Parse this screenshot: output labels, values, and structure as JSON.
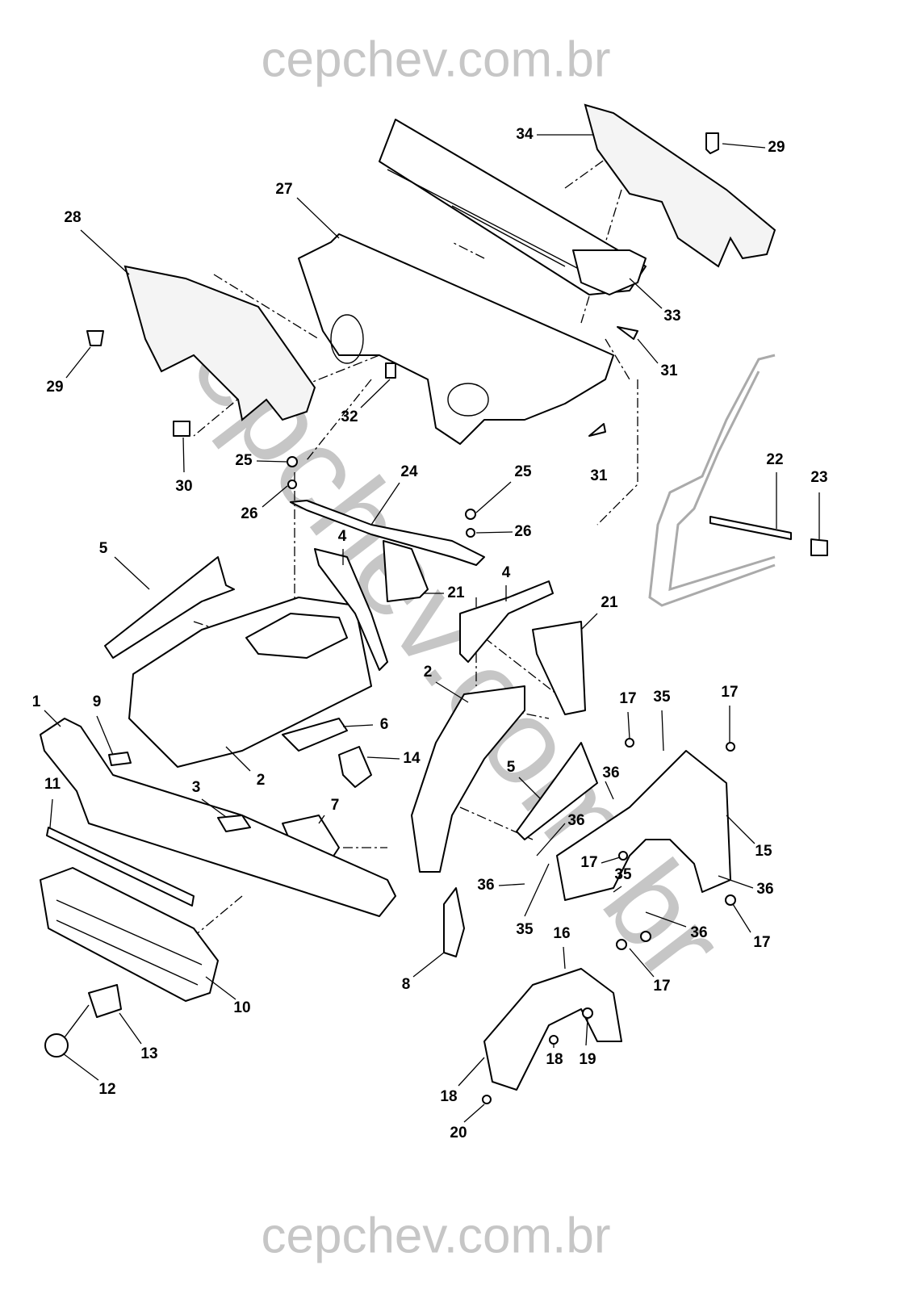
{
  "watermark": {
    "top": "cepchev.com.br",
    "diagonal": "cepchev.com.br",
    "bottom": "cepchev.com.br",
    "color": "#c6c6c6"
  },
  "callouts": [
    "27",
    "28",
    "34",
    "29",
    "29",
    "33",
    "31",
    "31",
    "32",
    "30",
    "25",
    "26",
    "24",
    "25",
    "26",
    "22",
    "23",
    "5",
    "4",
    "21",
    "4",
    "21",
    "2",
    "1",
    "9",
    "6",
    "14",
    "2",
    "17",
    "35",
    "17",
    "36",
    "5",
    "11",
    "3",
    "7",
    "36",
    "15",
    "17",
    "35",
    "36",
    "36",
    "35",
    "36",
    "17",
    "16",
    "8",
    "17",
    "10",
    "13",
    "19",
    "18",
    "18",
    "12",
    "20"
  ]
}
